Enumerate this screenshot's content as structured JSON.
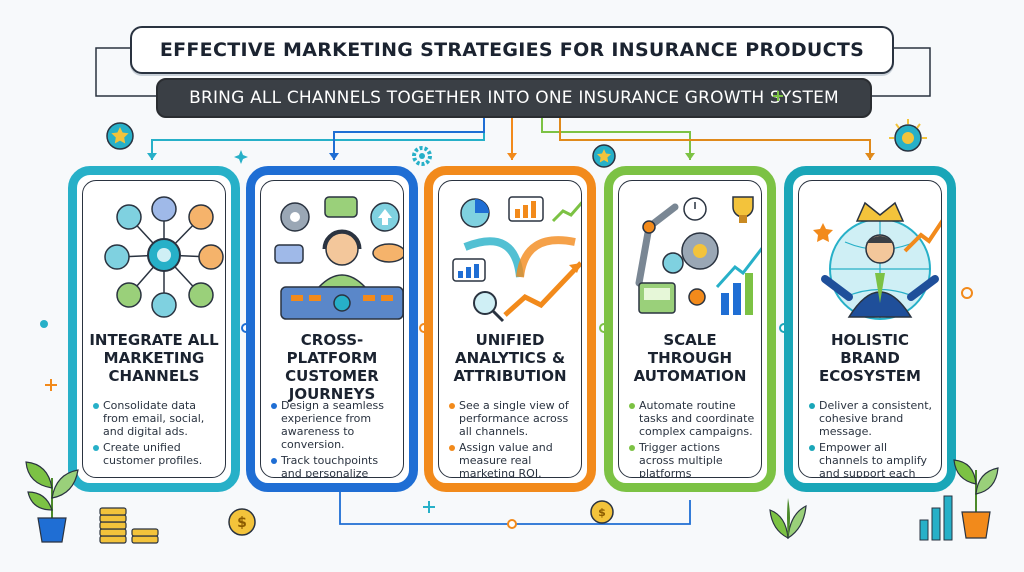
{
  "header": {
    "title": "EFFECTIVE MARKETING STRATEGIES FOR INSURANCE PRODUCTS",
    "subtitle": "BRING ALL CHANNELS TOGETHER INTO ONE INSURANCE GROWTH SYSTEM"
  },
  "colors": {
    "teal": "#27b0c8",
    "blue": "#1f6ed4",
    "orange": "#f28a1b",
    "green": "#7cc244",
    "cyan": "#1aa6b8",
    "dark": "#2a3340"
  },
  "cards": [
    {
      "icon": "channels-network-icon",
      "title": "INTEGRATE ALL MARKETING CHANNELS",
      "bullets": [
        "Consolidate data from email, social, and digital ads.",
        "Create unified customer profiles."
      ]
    },
    {
      "icon": "customer-journey-icon",
      "title": "CROSS-PLATFORM CUSTOMER JOURNEYS",
      "bullets": [
        "Design a seamless experience from awareness to conversion.",
        "Track touchpoints and personalize based on intent."
      ]
    },
    {
      "icon": "analytics-icon",
      "title": "UNIFIED ANALYTICS & ATTRIBUTION",
      "bullets": [
        "See a single view of performance across all channels.",
        "Assign value and measure real marketing ROI."
      ]
    },
    {
      "icon": "automation-icon",
      "title": "SCALE THROUGH AUTOMATION",
      "bullets": [
        "Automate routine tasks and coordinate complex campaigns.",
        "Trigger actions across multiple platforms simultaneously."
      ]
    },
    {
      "icon": "brand-ecosystem-icon",
      "title": "HOLISTIC BRAND ECOSYSTEM",
      "bullets": [
        "Deliver a consistent, cohesive brand message.",
        "Empower all channels to amplify and support each other."
      ]
    }
  ]
}
